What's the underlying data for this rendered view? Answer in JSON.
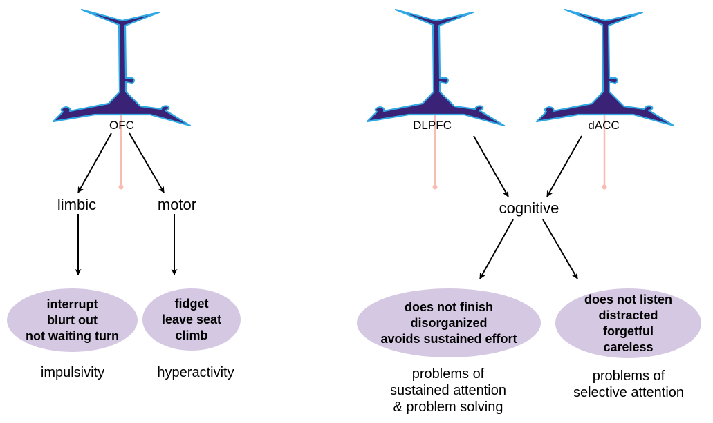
{
  "colors": {
    "neuron_fill": "#3a2276",
    "neuron_outline": "#2fa8e4",
    "axon": "#f7bdb2",
    "ellipse_fill": "#d4c8e2",
    "arrow": "#000000"
  },
  "neurons": [
    {
      "id": "ofc",
      "label": "OFC"
    },
    {
      "id": "dlpfc",
      "label": "DLPFC"
    },
    {
      "id": "dacc",
      "label": "dACC"
    }
  ],
  "pathways": {
    "limbic": "limbic",
    "motor": "motor",
    "cognitive": "cognitive"
  },
  "symptoms": {
    "impulsivity": [
      "interrupt",
      "blurt out",
      "not waiting turn"
    ],
    "hyperactivity": [
      "fidget",
      "leave seat",
      "climb"
    ],
    "sustained": [
      "does not finish",
      "disorganized",
      "avoids sustained effort"
    ],
    "selective": [
      "does not listen",
      "distracted",
      "forgetful",
      "careless"
    ]
  },
  "outcomes": {
    "impulsivity": [
      "impulsivity"
    ],
    "hyperactivity": [
      "hyperactivity"
    ],
    "sustained": [
      "problems of",
      "sustained attention",
      "& problem solving"
    ],
    "selective": [
      "problems of",
      "selective attention"
    ]
  },
  "edges": [
    {
      "from": "OFC",
      "to": "limbic"
    },
    {
      "from": "OFC",
      "to": "motor"
    },
    {
      "from": "limbic",
      "to": "impulsivity symptoms"
    },
    {
      "from": "motor",
      "to": "hyperactivity symptoms"
    },
    {
      "from": "DLPFC",
      "to": "cognitive"
    },
    {
      "from": "dACC",
      "to": "cognitive"
    },
    {
      "from": "cognitive",
      "to": "sustained attention symptoms"
    },
    {
      "from": "cognitive",
      "to": "selective attention symptoms"
    }
  ]
}
